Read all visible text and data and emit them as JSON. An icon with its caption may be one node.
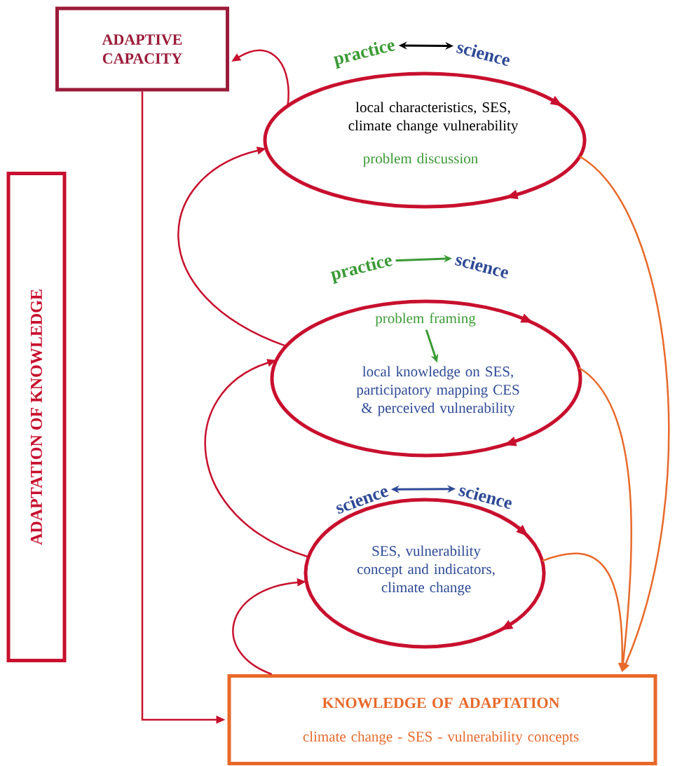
{
  "diagram": {
    "nodes": [
      {
        "text": [
          "ADAPTIVE CAPACITY"
        ]
      },
      {
        "text": [
          "ADAPTATION OF KNOWLEDGE"
        ]
      },
      {
        "text": [
          "practice"
        ]
      },
      {
        "text": [
          "science"
        ]
      },
      {
        "text": [
          "local characteristics, SES, climate change vulnerability",
          "problem discussion"
        ]
      },
      {
        "text": [
          "practice"
        ]
      },
      {
        "text": [
          "science"
        ]
      },
      {
        "text": [],
        "shape": "ellipse"
      },
      {
        "text": [
          "problem framing"
        ],
        "in": 7
      },
      {
        "text": [
          "local knowledge on SES, participatory mapping CES & perceived vulnerability"
        ],
        "in": 7
      },
      {
        "text": [
          "science"
        ]
      },
      {
        "text": [
          "science"
        ]
      },
      {
        "text": [
          "SES, vulnerability concept and indicators, climate change"
        ]
      },
      {
        "text": [
          "KNOWLEDGE OF ADAPTATION",
          "climate change - SES - vulnerability concepts"
        ]
      }
    ],
    "edges": [
      {
        "from": 2,
        "to": 3,
        "arrow": "both",
        "color": "#000000"
      },
      {
        "from": 4,
        "to": 0,
        "arrow": "to"
      },
      {
        "from": 5,
        "to": 6,
        "arrow": "to",
        "color": "#3a9a35"
      },
      {
        "from": 8,
        "to": 9,
        "arrow": "to",
        "color": "#3a9a35"
      },
      {
        "from": 7,
        "to": 4,
        "arrow": "to"
      },
      {
        "from": 10,
        "to": 11,
        "arrow": "both",
        "color": "#2e4a96"
      },
      {
        "from": 12,
        "to": 7,
        "arrow": "to"
      },
      {
        "from": 13,
        "to": 12,
        "arrow": "to"
      },
      {
        "from": 0,
        "to": 13,
        "arrow": "to"
      },
      {
        "from": 4,
        "to": 13,
        "arrow": "to",
        "color": "#e8692a"
      },
      {
        "from": 7,
        "to": 13,
        "arrow": "to",
        "color": "#e8692a"
      },
      {
        "from": 12,
        "to": 13,
        "arrow": "to",
        "color": "#e8692a"
      }
    ]
  }
}
